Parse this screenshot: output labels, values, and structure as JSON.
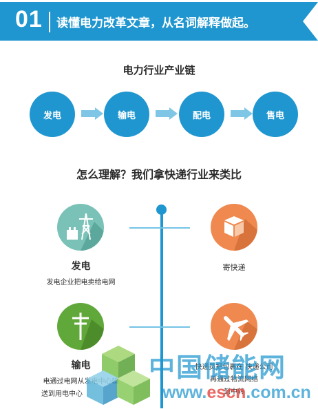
{
  "header": {
    "number": "01",
    "title": "读懂电力改革文章，从名词解释做起。"
  },
  "chain": {
    "title": "电力行业产业链",
    "nodes": [
      "发电",
      "输电",
      "配电",
      "售电"
    ]
  },
  "analogy": {
    "question": "怎么理解？我们拿快递行业来类比",
    "left": [
      {
        "title": "发电",
        "desc": "发电企业把电卖给电网",
        "icon": "power-tower-icon"
      },
      {
        "title": "输电",
        "desc_line1": "电通过电网从发电中心输",
        "desc_line2": "送到用电中心",
        "icon": "power-pole-icon"
      }
    ],
    "right": [
      {
        "title": "寄快递",
        "icon": "package-icon"
      },
      {
        "title_line1": "快递员把包裹在  快递公司",
        "title_line2": "再通过物流网络",
        "title_line3": "到中转",
        "icon": "airplane-icon"
      }
    ]
  },
  "watermark": {
    "site_name": "中国储能网",
    "url_prefix": "www.",
    "url_accent": "escn",
    "url_suffix": ".com.cn"
  },
  "colors": {
    "primary": "#1f96cf",
    "arrow": "#7fc6e6",
    "left_icon_1": "#7ac2b7",
    "left_icon_2": "#61a83a",
    "right_icon": "#f0894f"
  }
}
